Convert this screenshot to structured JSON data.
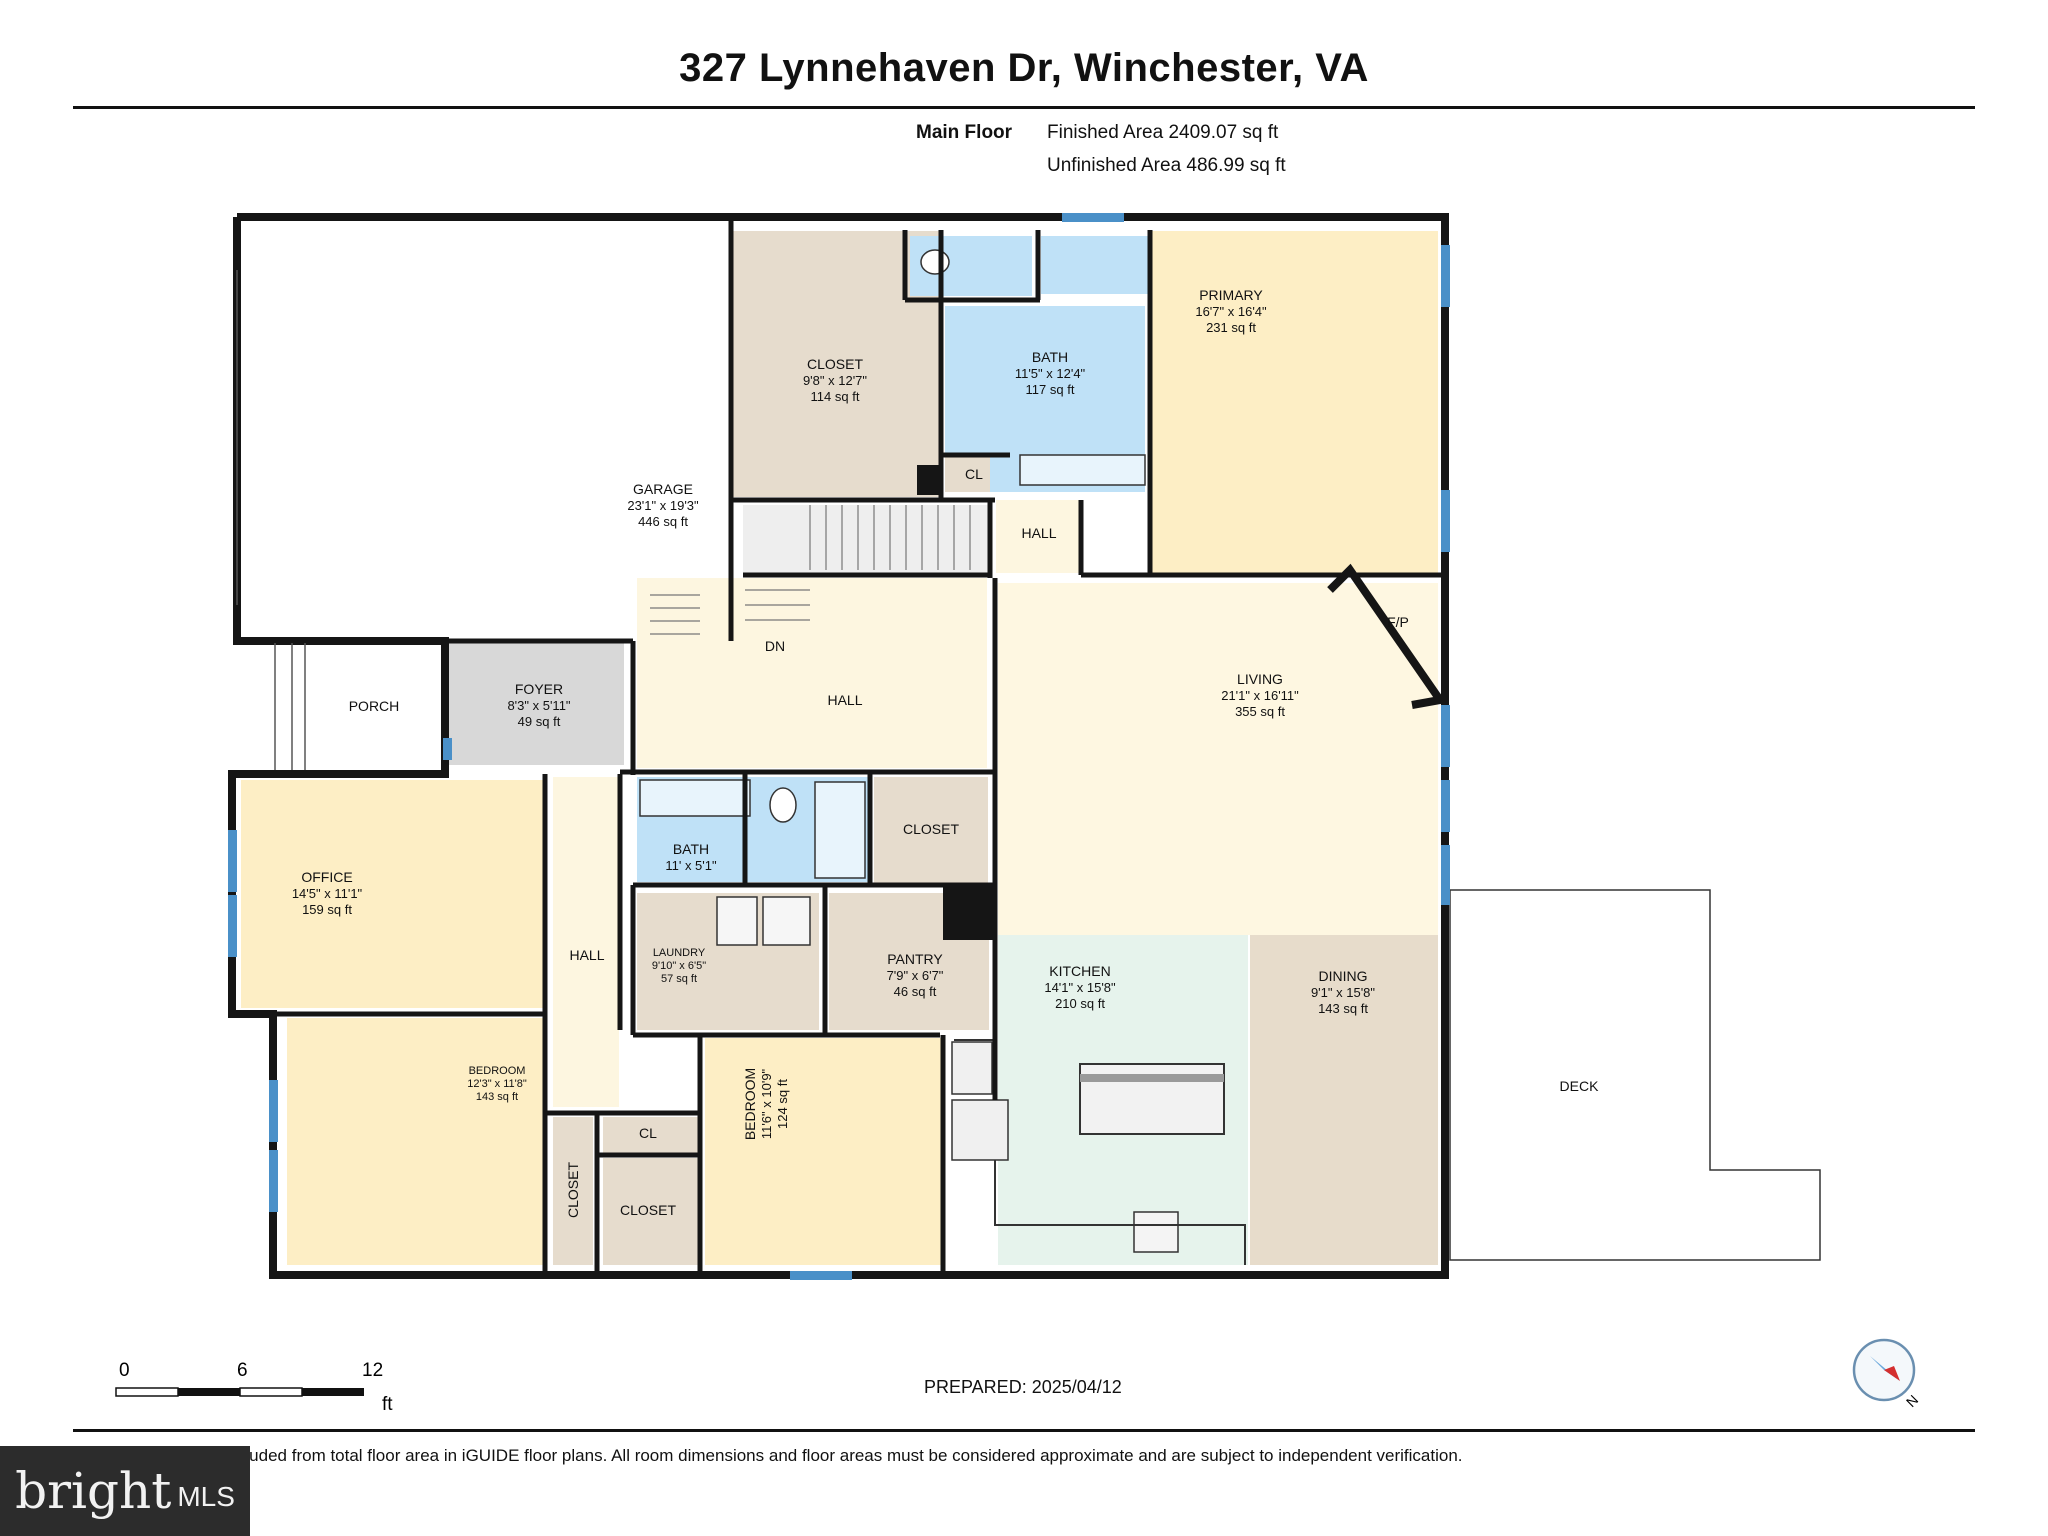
{
  "header": {
    "title": "327 Lynnehaven Dr, Winchester, VA",
    "floor": "Main Floor",
    "finished_area": "Finished Area 2409.07 sq ft",
    "unfinished_area": "Unfinished Area 486.99 sq ft"
  },
  "rooms": {
    "garage": {
      "name": "GARAGE",
      "dims": "23'1\" x 19'3\"",
      "area": "446 sq ft"
    },
    "closet_a": {
      "name": "CLOSET",
      "dims": "9'8\" x 12'7\"",
      "area": "114 sq ft"
    },
    "bath_a": {
      "name": "BATH",
      "dims": "11'5\" x 12'4\"",
      "area": "117 sq ft"
    },
    "primary": {
      "name": "PRIMARY",
      "dims": "16'7\" x 16'4\"",
      "area": "231 sq ft"
    },
    "cl_a": {
      "name": "CL"
    },
    "hall_a": {
      "name": "HALL"
    },
    "fp": {
      "name": "F/P"
    },
    "dn": {
      "name": "DN"
    },
    "porch": {
      "name": "PORCH"
    },
    "foyer": {
      "name": "FOYER",
      "dims": "8'3\" x 5'11\"",
      "area": "49 sq ft"
    },
    "hall_b": {
      "name": "HALL"
    },
    "living": {
      "name": "LIVING",
      "dims": "21'1\" x 16'11\"",
      "area": "355 sq ft"
    },
    "office": {
      "name": "OFFICE",
      "dims": "14'5\" x 11'1\"",
      "area": "159 sq ft"
    },
    "bath_b": {
      "name": "BATH",
      "dims": "11' x 5'1\""
    },
    "closet_b": {
      "name": "CLOSET"
    },
    "hall_c": {
      "name": "HALL"
    },
    "laundry": {
      "name": "LAUNDRY",
      "dims": "9'10\" x 6'5\"",
      "area": "57 sq ft"
    },
    "pantry": {
      "name": "PANTRY",
      "dims": "7'9\" x 6'7\"",
      "area": "46 sq ft"
    },
    "kitchen": {
      "name": "KITCHEN",
      "dims": "14'1\" x 15'8\"",
      "area": "210 sq ft"
    },
    "dining": {
      "name": "DINING",
      "dims": "9'1\" x 15'8\"",
      "area": "143 sq ft"
    },
    "bedroom_a": {
      "name": "BEDROOM",
      "dims": "12'3\" x 11'8\"",
      "area": "143 sq ft"
    },
    "bedroom_b": {
      "name": "BEDROOM",
      "dims": "11'6\" x 10'9\"",
      "area": "124 sq ft"
    },
    "cl_b": {
      "name": "CL"
    },
    "closet_c": {
      "name": "CLOSET"
    },
    "closet_d": {
      "name": "CLOSET"
    },
    "deck": {
      "name": "DECK"
    }
  },
  "scale": {
    "tick_0": "0",
    "tick_6": "6",
    "tick_12": "12",
    "unit": "ft"
  },
  "compass": {
    "letter": "N"
  },
  "footer": {
    "prepared": "PREPARED: 2025/04/12",
    "disclaimer": "White regions are excluded from total floor area in iGUIDE floor plans. All room dimensions and floor areas must be considered approximate and are subject to independent verification."
  },
  "logo": {
    "brand": "bright",
    "mls": "MLS"
  },
  "colors": {
    "wall": "#151515",
    "primary": "#fdeec5",
    "closet": "#e6dccd",
    "bath": "#bfe1f7",
    "hall": "#fdf6e0",
    "foyer": "#d8d8d8",
    "living": "#fef7e1",
    "kitchen": "#e6f3ec",
    "dining": "#e7dccb",
    "bedroom": "#fdeec5",
    "window": "#4a90c8"
  }
}
